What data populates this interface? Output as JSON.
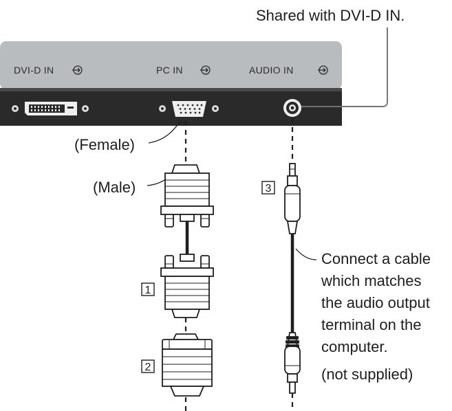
{
  "shared_note": "Shared with DVI-D IN.",
  "panel": {
    "dvi_label": "DVI-D IN",
    "pc_label": "PC IN",
    "audio_label": "AUDIO IN",
    "colors": {
      "top": "#b9bcbf",
      "bottom": "#2a2a2a"
    }
  },
  "labels": {
    "female": "(Female)",
    "male": "(Male)"
  },
  "badges": {
    "one": "1",
    "two": "2",
    "three": "3"
  },
  "instruction": {
    "lines": [
      "Connect a cable",
      "which matches",
      "the audio output",
      "terminal on the",
      "computer."
    ],
    "note": "(not supplied)"
  },
  "icons": {
    "input": "input-arrow-icon"
  }
}
